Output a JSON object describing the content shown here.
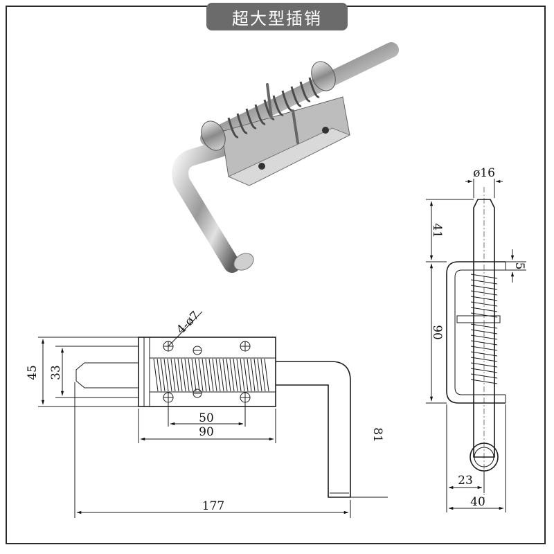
{
  "title": "超大型插销",
  "front_view": {
    "height_outer": "45",
    "height_inner": "33",
    "holes": "4-ø7",
    "hole_spacing": "50",
    "body_length": "90",
    "total_length": "177",
    "handle_drop": "81"
  },
  "side_view": {
    "pin_diameter": "ø16",
    "pin_protrusion": "41",
    "plate_thickness": "5",
    "bracket_height": "90",
    "handle_offset": "23",
    "bracket_width": "40"
  }
}
